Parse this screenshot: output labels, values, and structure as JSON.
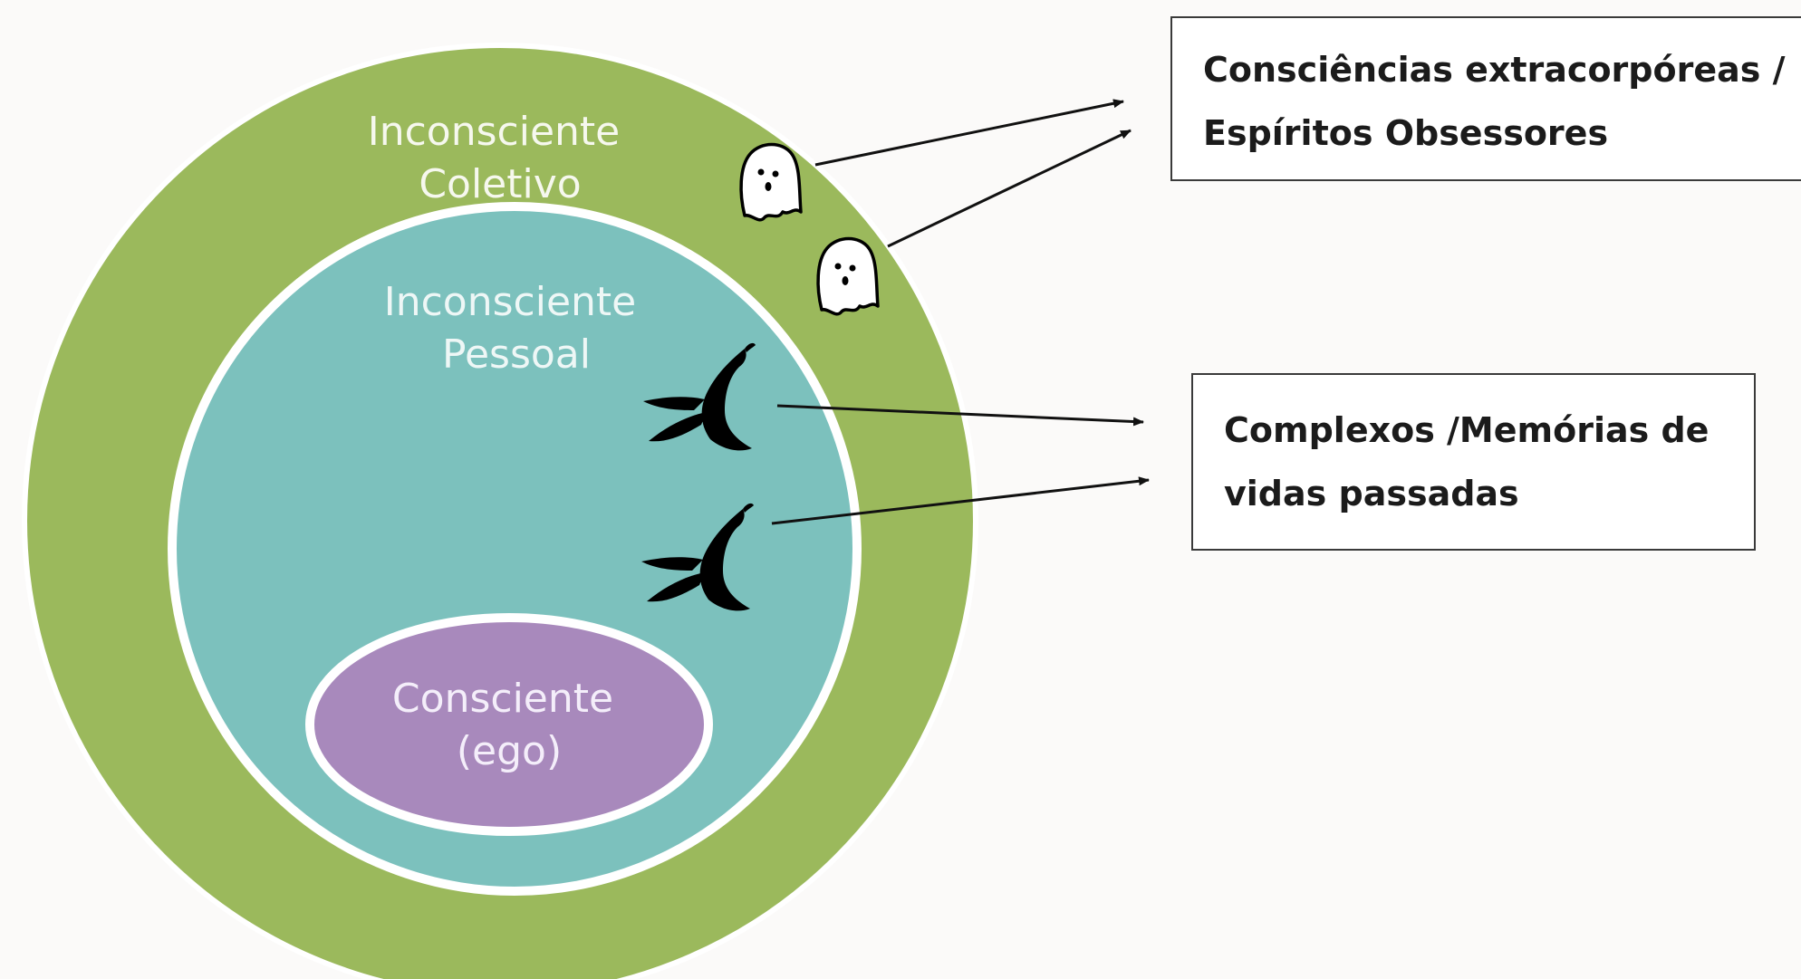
{
  "layers": {
    "collective": {
      "line1": "Inconsciente",
      "line2": "Coletivo",
      "color": "#9bb95c"
    },
    "personal": {
      "line1": "Inconsciente",
      "line2": "Pessoal",
      "color": "#7cc1bd"
    },
    "conscious": {
      "line1": "Consciente",
      "line2": "(ego)",
      "color": "#a889bc"
    }
  },
  "annotations": {
    "spirits": {
      "line1": "Consciências extracorpóreas /",
      "line2": "Espíritos Obsessores"
    },
    "complexes": {
      "line1": "Complexos /Memórias de",
      "line2": "vidas passadas"
    }
  },
  "icons": [
    "ghost-icon",
    "ghost-icon",
    "banana-peel-icon",
    "banana-peel-icon"
  ]
}
